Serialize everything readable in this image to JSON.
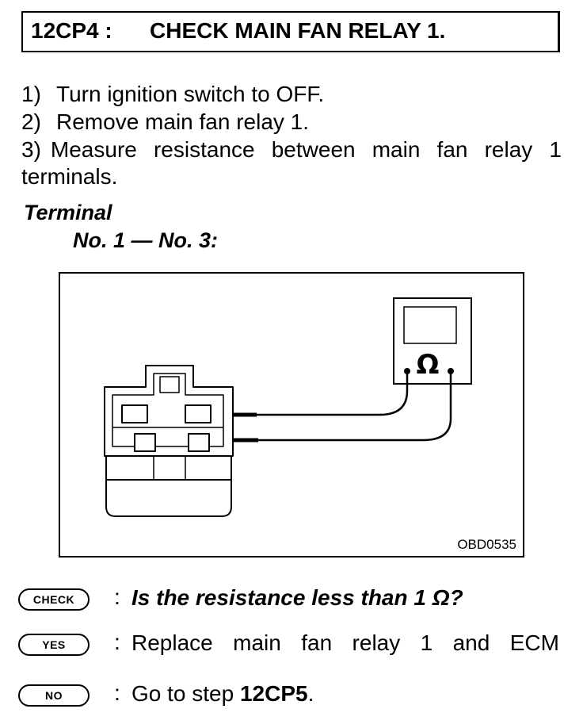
{
  "header": {
    "code": "12CP4 :",
    "title": "CHECK MAIN FAN RELAY 1."
  },
  "steps": [
    {
      "num": "1)",
      "text": "Turn ignition switch to OFF."
    },
    {
      "num": "2)",
      "text": "Remove main fan relay 1."
    },
    {
      "num": "3)",
      "text": "Measure resistance between main fan relay 1",
      "text2": "terminals."
    }
  ],
  "terminal": {
    "heading": "Terminal",
    "pair": "No. 1 — No. 3:"
  },
  "figure": {
    "meter_symbol": "Ω",
    "code": "OBD0535"
  },
  "check": {
    "badge": "CHECK",
    "colon": ":",
    "question": "Is the resistance less than 1 Ω?"
  },
  "yes": {
    "badge": "YES",
    "colon": ":",
    "words": [
      "Replace",
      "main",
      "fan",
      "relay",
      "1",
      "and",
      "ECM"
    ]
  },
  "no": {
    "badge": "NO",
    "colon": ":",
    "text": "Go to step ",
    "target": "12CP5",
    "period": "."
  }
}
